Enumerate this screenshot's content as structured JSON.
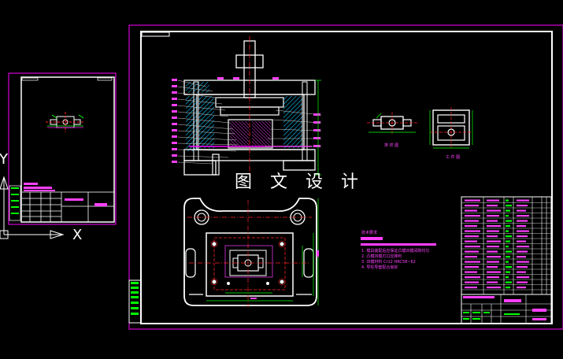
{
  "watermark": "图 文 设 计",
  "axis": {
    "x_label": "X",
    "y_label": "Y"
  },
  "colors": {
    "background": "#000000",
    "outline": "#ffffff",
    "sheet_border": "#ff00ff",
    "centerline": "#ff2020",
    "dimension": "#00ff00",
    "annotation": "#ff40ff",
    "hatch": "#00c8ff",
    "leader": "#c8c8c8"
  },
  "views": {
    "strip_layout_caption": "排 样 图",
    "part_caption": "工 件 图"
  },
  "notes": {
    "heading": "技术要求",
    "lines": [
      "1. 模具装配后应保证凸模凹模间隙均匀",
      "2. 凸模凹模刃口应锋利",
      "3. 凹模材料 Cr12 HRC58~62",
      "4. 导柱导套配合良好"
    ]
  }
}
